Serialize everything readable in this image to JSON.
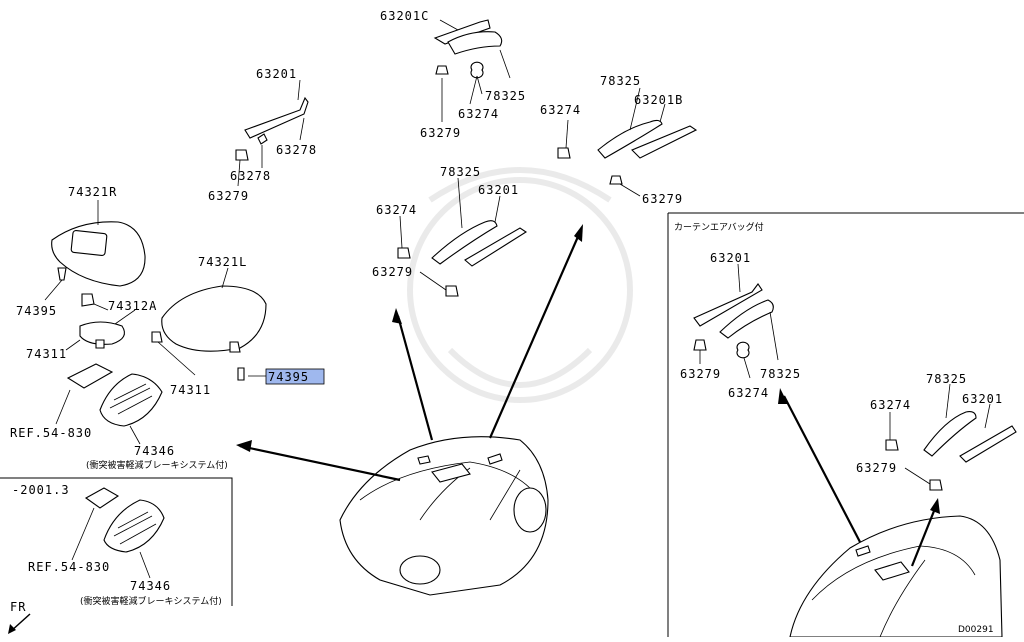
{
  "labels": {
    "l63201c": "63201C",
    "l63201_top": "63201",
    "l63278_a": "63278",
    "l63278_b": "63278",
    "l63279_a": "63279",
    "l78325_a": "78325",
    "l63274_a": "63274",
    "l63279_b": "63279",
    "l78325_b": "78325",
    "l63201b": "63201B",
    "l63274_b": "63274",
    "l63279_c": "63279",
    "l78325_c": "78325",
    "l63201_c": "63201",
    "l63274_c": "63274",
    "l63279_d": "63279",
    "l74321r": "74321R",
    "l74395_a": "74395",
    "l74312a": "74312A",
    "l74311_a": "74311",
    "l74321l": "74321L",
    "l74311_b": "74311",
    "l74395_b": "74395",
    "l_ref1": "REF.54-830",
    "l74346_a": "74346",
    "note1": "(衝突被害軽減ブレーキシステム付)",
    "l_year": "-2001.3",
    "l_ref2": "REF.54-830",
    "l74346_b": "74346",
    "note2": "(衝突被害軽減ブレーキシステム付)",
    "fr": "FR",
    "curtain_title": "カーテンエアバッグ付",
    "r63201": "63201",
    "r63279_a": "63279",
    "r78325_a": "78325",
    "r63274_a": "63274",
    "r78325_b": "78325",
    "r63274_b": "63274",
    "r63201_b": "63201",
    "r63279_b": "63279",
    "diagram_code": "D00291"
  },
  "colors": {
    "highlight": "#9fb8ee",
    "line": "#000000",
    "background": "#ffffff"
  }
}
